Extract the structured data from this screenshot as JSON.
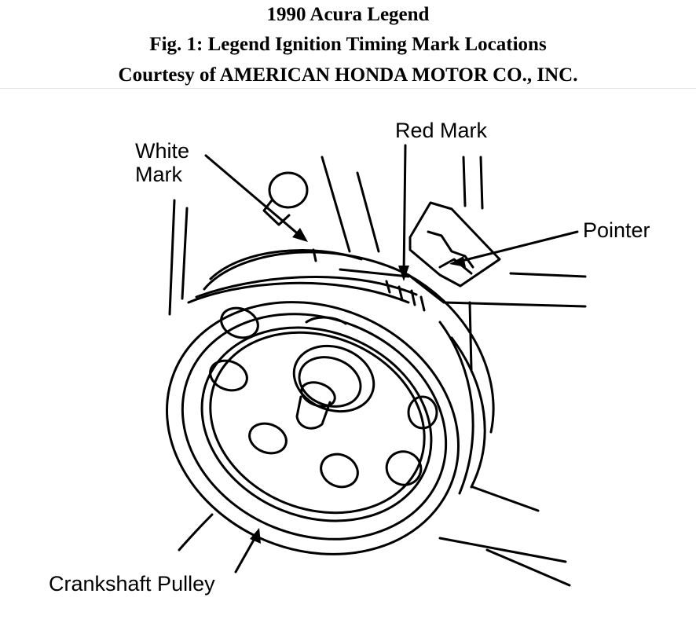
{
  "header": {
    "line1": "1990 Acura Legend",
    "line2": "Fig. 1: Legend Ignition Timing Mark Locations",
    "line3": "Courtesy of AMERICAN HONDA MOTOR CO., INC."
  },
  "labels": {
    "white_mark_1": "White",
    "white_mark_2": "Mark",
    "red_mark": "Red Mark",
    "pointer": "Pointer",
    "crankshaft_pulley": "Crankshaft Pulley"
  }
}
